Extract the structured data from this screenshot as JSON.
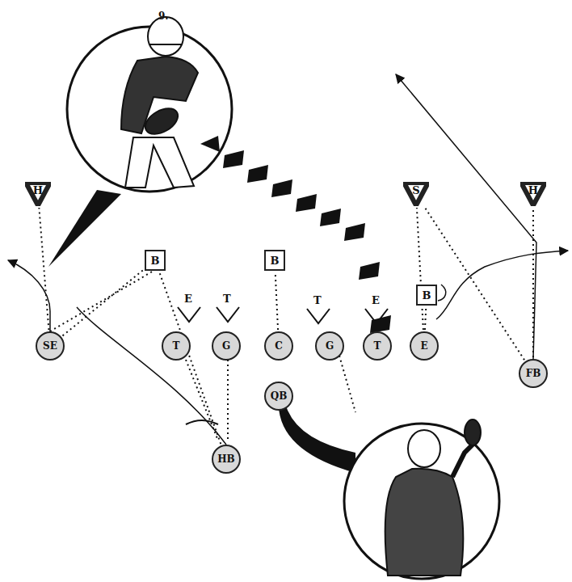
{
  "diagram": {
    "nodes": [
      {
        "text": [
          "H"
        ]
      },
      {
        "text": [
          "S"
        ]
      },
      {
        "text": [
          "H"
        ]
      },
      {
        "text": [
          "B"
        ]
      },
      {
        "text": [
          "B"
        ]
      },
      {
        "text": [
          "B"
        ]
      },
      {
        "text": [
          "SE"
        ]
      },
      {
        "text": [
          "T"
        ]
      },
      {
        "text": [
          "G"
        ]
      },
      {
        "text": [
          "C"
        ]
      },
      {
        "text": [
          "G"
        ]
      },
      {
        "text": [
          "T"
        ]
      },
      {
        "text": [
          "E"
        ]
      },
      {
        "text": [
          "QB"
        ]
      },
      {
        "text": [
          "HB"
        ]
      },
      {
        "text": [
          "FB"
        ]
      }
    ],
    "edges": [
      {
        "from": 6,
        "to": 0,
        "arrow": "none"
      },
      {
        "from": 6,
        "to": 3,
        "arrow": "none"
      },
      {
        "from": 14,
        "to": 3,
        "arrow": "none"
      },
      {
        "from": 9,
        "to": 4,
        "arrow": "none"
      },
      {
        "from": 12,
        "to": 5,
        "arrow": "none"
      },
      {
        "from": 12,
        "to": 1,
        "arrow": "none"
      },
      {
        "from": 15,
        "to": 2,
        "arrow": "none"
      },
      {
        "from": 15,
        "to": 1,
        "arrow": "none"
      }
    ],
    "labels": [
      "9.",
      "E",
      "T",
      "T",
      "E"
    ]
  }
}
